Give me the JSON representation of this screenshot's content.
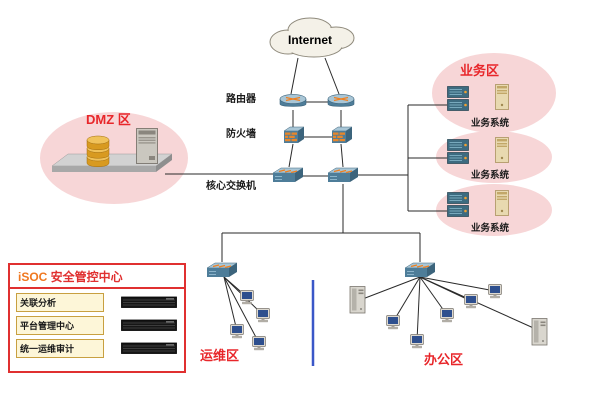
{
  "diagram": {
    "internet_label": "Internet",
    "router_label": "路由器",
    "firewall_label": "防火墙",
    "core_switch_label": "核心交换机",
    "dmz_label": "DMZ 区",
    "business_zone_label": "业务区",
    "business_systems": [
      {
        "label": "业务系统"
      },
      {
        "label": "业务系统"
      },
      {
        "label": "业务系统"
      }
    ],
    "isoc": {
      "title_prefix": "iSOC",
      "title_rest": " 安全管控中心",
      "items": [
        {
          "label": "关联分析"
        },
        {
          "label": "平台管理中心"
        },
        {
          "label": "统一运维审计"
        }
      ]
    },
    "ops_zone_label": "运维区",
    "office_zone_label": "办公区"
  },
  "colors": {
    "zone_fill": "#f7d6d7",
    "accent_red": "#e03030",
    "accent_orange": "#f08020",
    "divider_blue": "#3a57c8",
    "device_teal": "#4e7d99",
    "line": "#2a2a2a"
  }
}
